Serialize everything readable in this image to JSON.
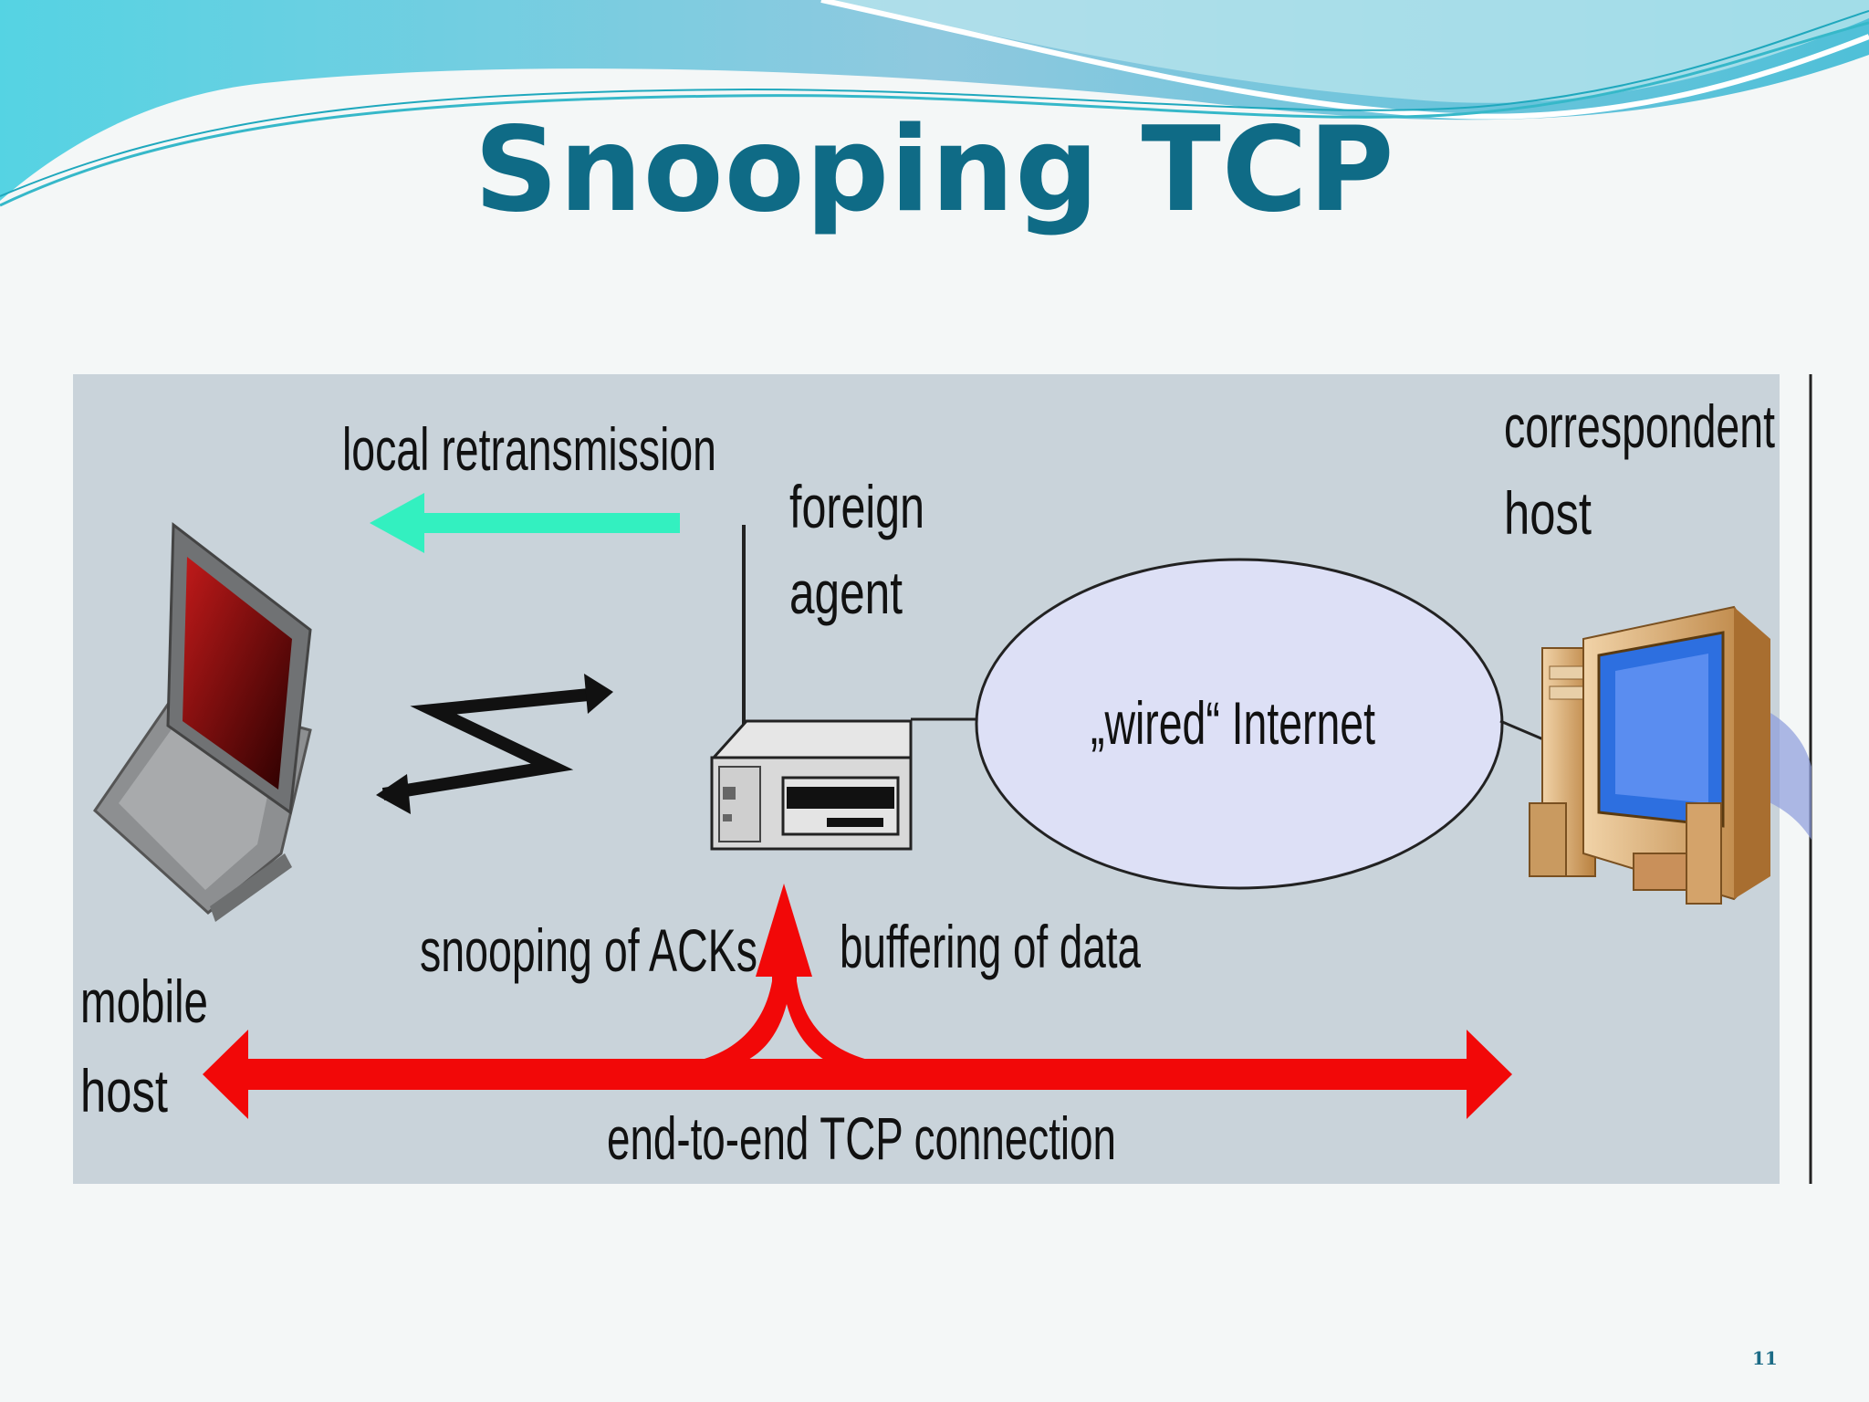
{
  "title": "Snooping TCP",
  "slide_number": "11",
  "diagram": {
    "labels": {
      "local_retransmission": "local retransmission",
      "foreign_agent_1": "foreign",
      "foreign_agent_2": "agent",
      "correspondent_host_1": "correspondent",
      "correspondent_host_2": "host",
      "wired_internet": "„wired“ Internet",
      "mobile_host_1": "mobile",
      "mobile_host_2": "host",
      "snooping_acks": "snooping of ACKs",
      "buffering_data": "buffering of data",
      "end_to_end": "end-to-end TCP connection"
    },
    "colors": {
      "panel_bg": "#c9d3da",
      "retransmission_arrow": "#33f0c0",
      "connection_arrow": "#f20808",
      "cloud_fill": "#dde0f6",
      "title": "#0f6b86"
    }
  }
}
